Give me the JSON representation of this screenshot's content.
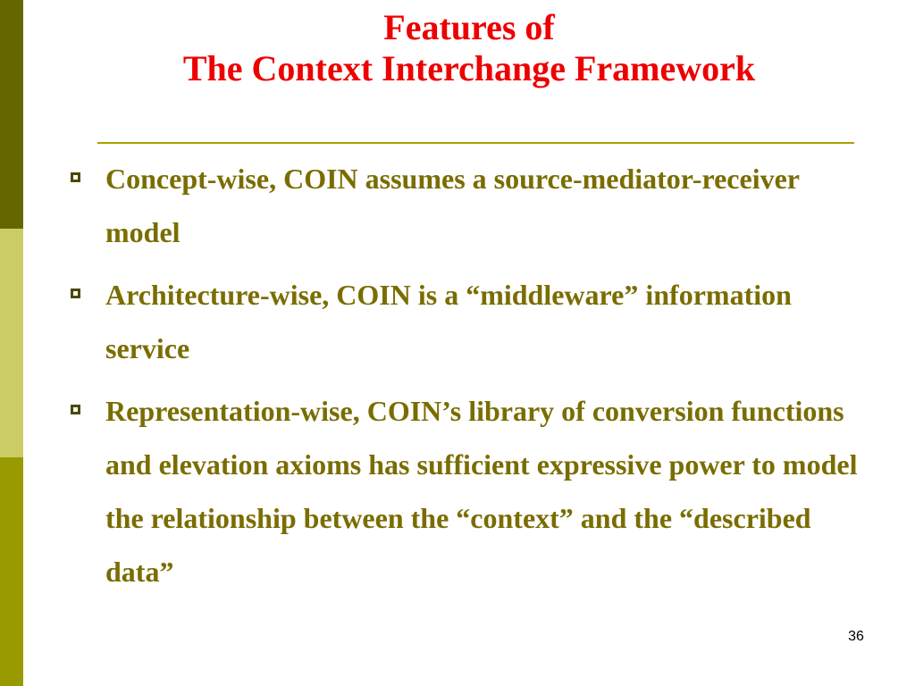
{
  "slide": {
    "title_lines": [
      "Features of",
      "The Context Interchange Framework"
    ],
    "bullets": [
      {
        "text": "Concept-wise, COIN assumes a source-mediator-receiver model"
      },
      {
        "text": "Architecture-wise, COIN is a “middleware” information service"
      },
      {
        "text": "Representation-wise, COIN’s library of conversion functions and elevation axioms has sufficient expressive power to model the relationship between the “context” and the “described data”"
      }
    ],
    "page_number": "36"
  },
  "colors": {
    "title": "#ee0000",
    "body_text": "#7a6d00",
    "rule": "#a8a000",
    "bullet_box": "#4c4800",
    "side_bar_top": "#666600",
    "side_bar_middle": "#cccc66",
    "side_bar_bottom": "#999900",
    "background": "#ffffff"
  }
}
